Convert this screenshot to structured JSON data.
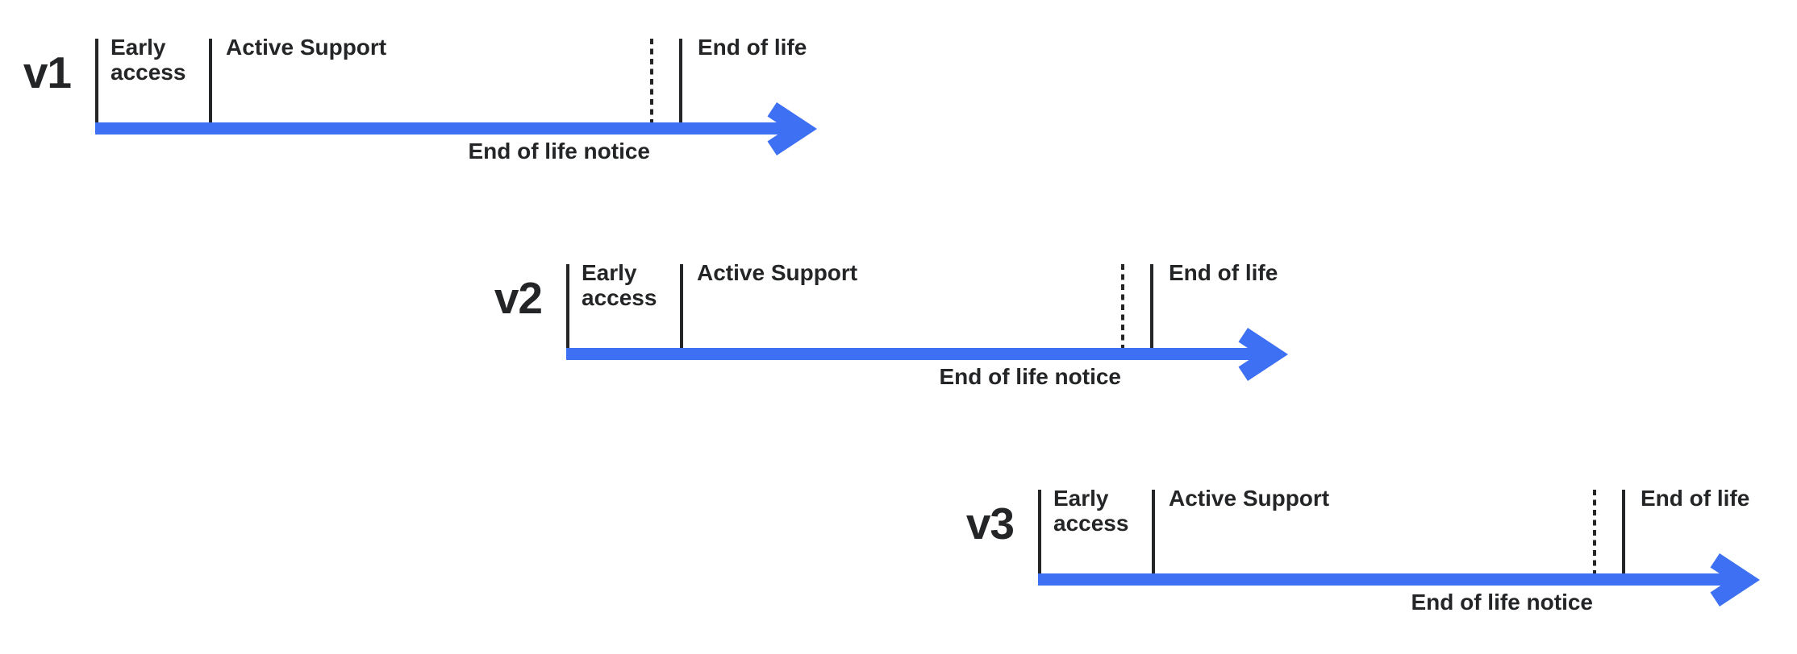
{
  "colors": {
    "arrow-blue": "#3E70F3",
    "line-dark": "#232527",
    "text-dark": "#232527"
  },
  "timelines": [
    {
      "version": "v1",
      "stages": {
        "early_access": "Early access",
        "active_support": "Active Support",
        "end_of_life": "End of life"
      },
      "annotation": "End of life notice"
    },
    {
      "version": "v2",
      "stages": {
        "early_access": "Early access",
        "active_support": "Active Support",
        "end_of_life": "End of life"
      },
      "annotation": "End of life notice"
    },
    {
      "version": "v3",
      "stages": {
        "early_access": "Early access",
        "active_support": "Active Support",
        "end_of_life": "End of life"
      },
      "annotation": "End of life notice"
    }
  ]
}
